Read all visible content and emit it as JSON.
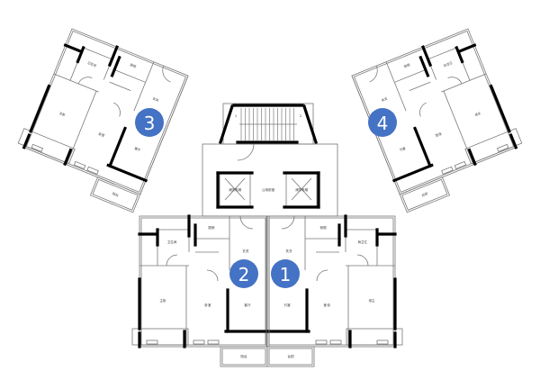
{
  "title": "Typical floor plan - four units around central core",
  "colors": {
    "marker": "#4472c4",
    "wall": "#000000",
    "line": "#777777"
  },
  "core": {
    "lobby_label": "公用前室",
    "elevator_left_label": "消防电梯",
    "elevator_right_label": "消防电梯",
    "stair_numbers": [
      "1",
      "2"
    ]
  },
  "room_labels": {
    "master_bedroom": "主卧",
    "bedroom": "卧室",
    "living": "客厅",
    "kitchen": "厨房",
    "bathroom": "卫生间",
    "balcony": "阳台",
    "entry": "玄关"
  },
  "units": [
    {
      "number": "1"
    },
    {
      "number": "2"
    },
    {
      "number": "3"
    },
    {
      "number": "4"
    }
  ]
}
